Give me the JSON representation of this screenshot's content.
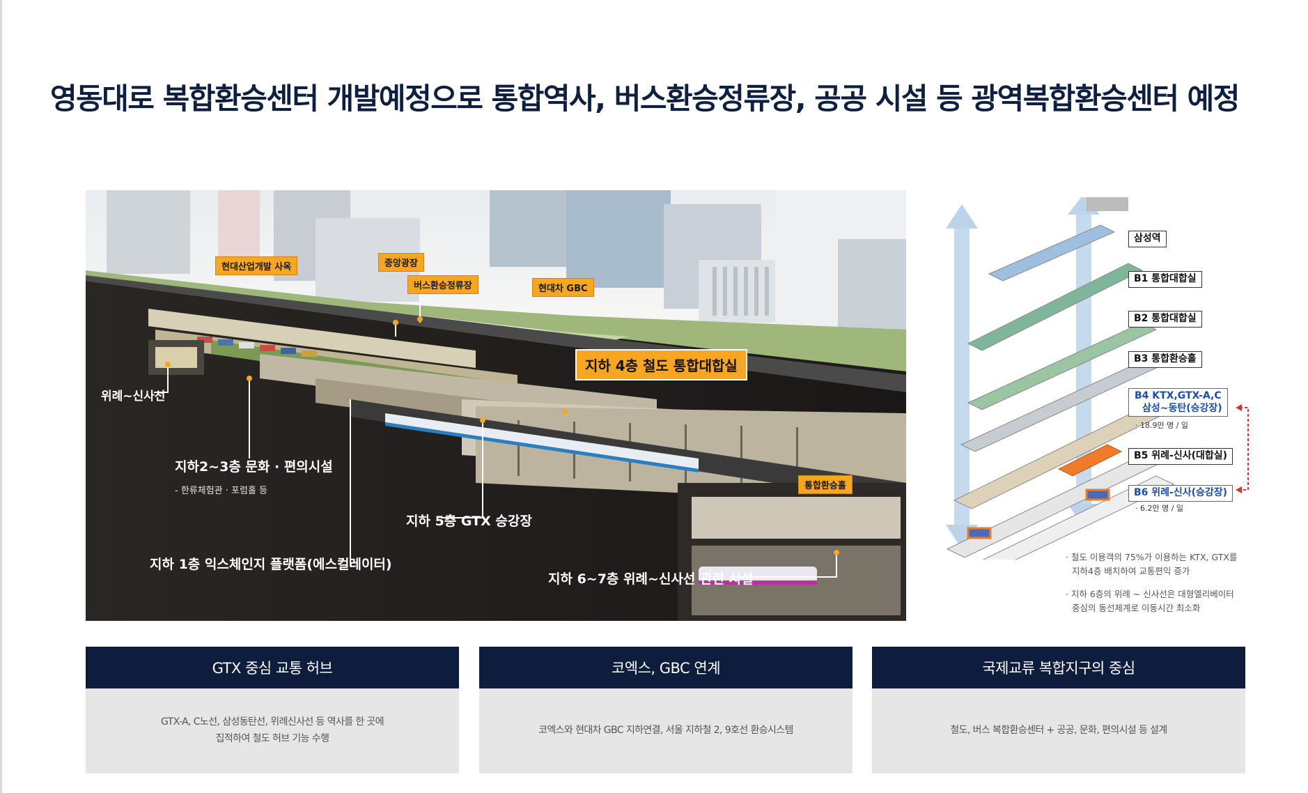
{
  "headline": "영동대로 복합환승센터 개발예정으로 통합역사, 버스환승정류장, 공공 시설 등 광역복합환승센터 예정",
  "illustration": {
    "tags": {
      "hyundai_office": "현대산업개발 사옥",
      "central_plaza": "중앙광장",
      "bus_stop": "버스환승정류장",
      "hyundai_gbc": "현대차 GBC",
      "transfer_hall": "통합환승홀"
    },
    "highlight": "지하 4층 철도 통합대합실",
    "callouts": {
      "wirye_line": "위례~신사선",
      "b2_b3": "지하2~3층 문화 · 편의시설",
      "b2_b3_sub": "- 한류체험관 · 포럼홀 등",
      "b5": "지하 5층 GTX 승강장",
      "b1": "지하 1층 익스체인지 플랫폼(에스컬레이터)",
      "b6_b7": "지하 6~7층 위례~신사선 관련 시설"
    }
  },
  "floor_diagram": {
    "floors": [
      "삼성역",
      "B1 통합대합실",
      "B2 통합대합실",
      "B3 통합환승홀",
      "B4 KTX,GTX-A,C",
      "삼성~동탄(승강장)",
      "B5 위례-신사(대합실)",
      "B6 위례-신사(승강장)"
    ],
    "ridership_b4": "· 18.9만 명 / 일",
    "ridership_b6": "· 6.2만 명 / 일",
    "notes": [
      "· 철도 이용객의 75%가 이용하는 KTX, GTX를",
      "지하4층 배치하여 교통편익 증가",
      "· 지하 6층의 위례 ~ 신사선은 대형엘리베이터",
      "중심의 동선체계로 이동시간 최소화"
    ]
  },
  "cards": [
    {
      "title": "GTX 중심 교통 허브",
      "lines": [
        "GTX-A, C노선, 삼성동탄선, 위례신사선 등 역사를 한 곳에",
        "집적하여 철도 허브 기능 수행"
      ]
    },
    {
      "title": "코엑스, GBC 연계",
      "lines": [
        "코엑스와 현대차 GBC 지하연결, 서울 지하철 2, 9호선 환승시스템"
      ]
    },
    {
      "title": "국제교류 복합지구의 중심",
      "lines": [
        "철도, 버스 복합환승센터 + 공공, 문화, 편의시설 등 설계"
      ]
    }
  ],
  "colors": {
    "navy": "#0e1d3e",
    "tag_orange": "#f6a623",
    "card_gray": "#e6e6e6",
    "arrow_blue": "#a9c7e6",
    "highlight_orange": "#f07b2a"
  }
}
